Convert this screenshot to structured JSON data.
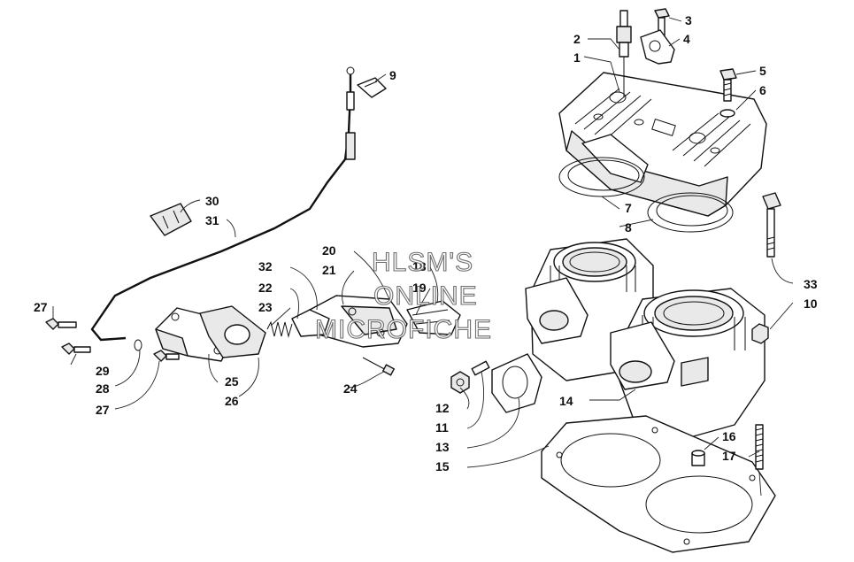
{
  "watermark": {
    "line1": "HLSM'S",
    "line2": "ONLINE",
    "line3": "MICROFICHE"
  },
  "callouts": {
    "c1": "1",
    "c2": "2",
    "c3": "3",
    "c4": "4",
    "c5": "5",
    "c6": "6",
    "c7": "7",
    "c8": "8",
    "c9": "9",
    "c10": "10",
    "c11": "11",
    "c12": "12",
    "c13": "13",
    "c14": "14",
    "c15": "15",
    "c16": "16",
    "c17": "17",
    "c18": "18",
    "c19": "19",
    "c20": "20",
    "c21": "21",
    "c22": "22",
    "c23": "23",
    "c24": "24",
    "c25": "25",
    "c26": "26",
    "c27a": "27",
    "c27b": "27",
    "c28": "28",
    "c29": "29",
    "c30": "30",
    "c31": "31",
    "c32": "32",
    "c33": "33"
  }
}
